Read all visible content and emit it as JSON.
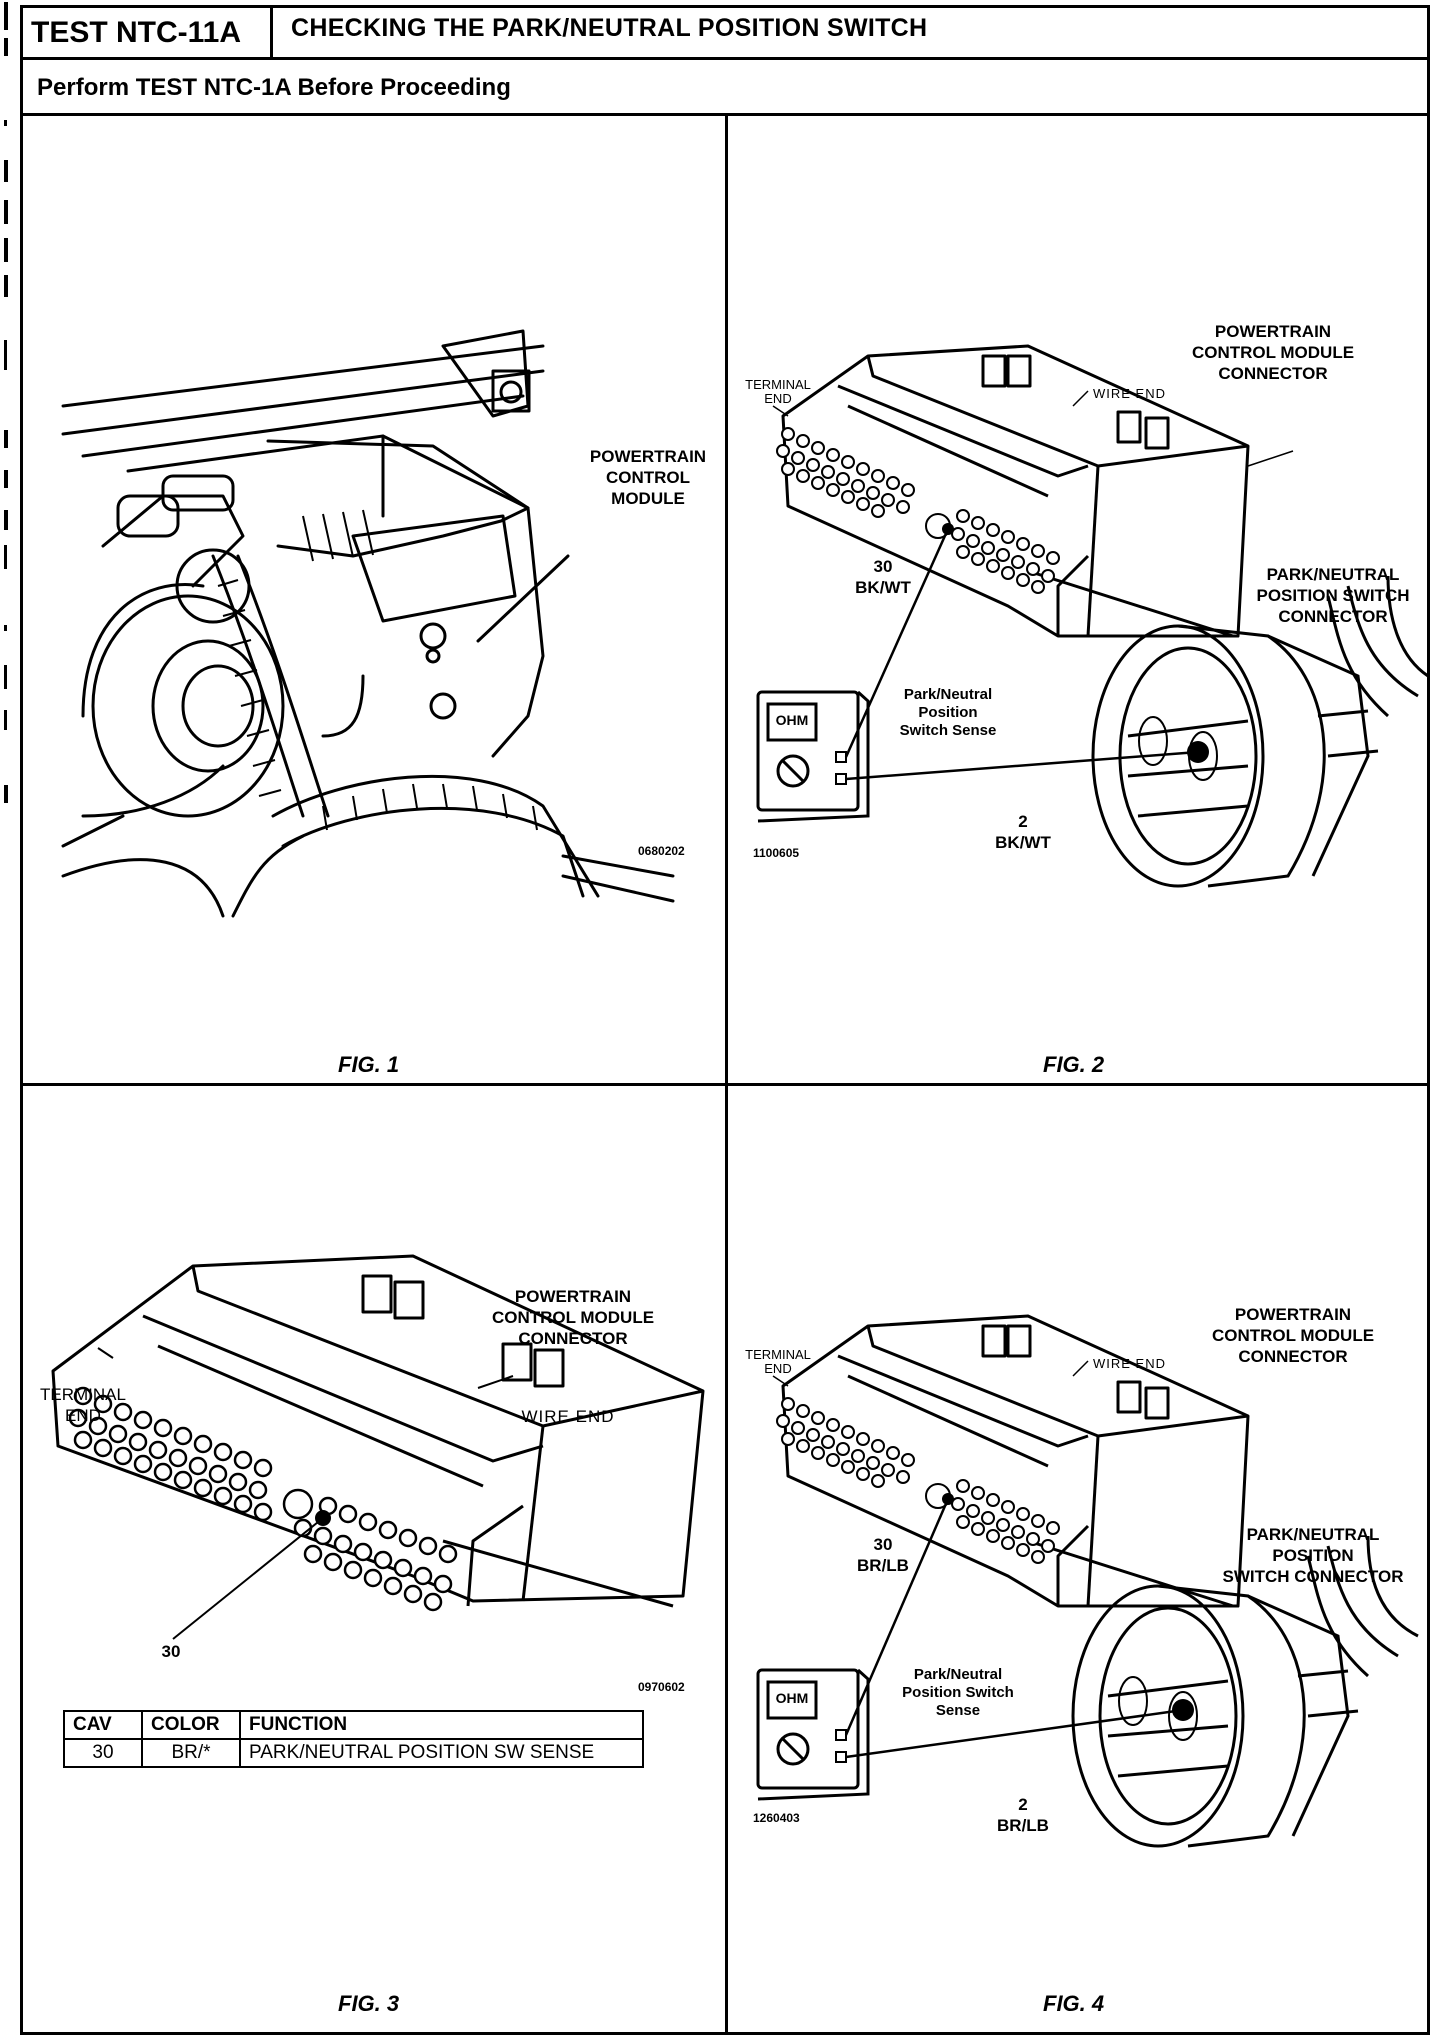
{
  "header": {
    "test_id": "TEST NTC-11A",
    "title": "CHECKING THE PARK/NEUTRAL POSITION SWITCH",
    "subtitle": "Perform TEST NTC-1A Before Proceeding"
  },
  "fig1": {
    "label": "FIG. 1",
    "callout": "POWERTRAIN\nCONTROL\nMODULE",
    "code": "0680202"
  },
  "fig2": {
    "label": "FIG. 2",
    "pcm_connector": "POWERTRAIN\nCONTROL MODULE\nCONNECTOR",
    "terminal_end": "TERMINAL\nEND",
    "wire_end": "WIRE END",
    "cav_label": "30\nBK/WT",
    "pn_connector": "PARK/NEUTRAL\nPOSITION SWITCH\nCONNECTOR",
    "sense_label": "Park/Neutral\nPosition\nSwitch Sense",
    "pin_label": "2\nBK/WT",
    "meter": "OHM",
    "code": "1100605"
  },
  "fig3": {
    "label": "FIG. 3",
    "pcm_connector": "POWERTRAIN\nCONTROL MODULE\nCONNECTOR",
    "terminal_end": "TERMINAL\nEND",
    "wire_end": "WIRE END",
    "cav_number": "30",
    "code": "0970602",
    "table": {
      "headers": [
        "CAV",
        "COLOR",
        "FUNCTION"
      ],
      "rows": [
        [
          "30",
          "BR/*",
          "PARK/NEUTRAL POSITION SW SENSE"
        ]
      ]
    }
  },
  "fig4": {
    "label": "FIG. 4",
    "pcm_connector": "POWERTRAIN\nCONTROL MODULE\nCONNECTOR",
    "terminal_end": "TERMINAL\nEND",
    "wire_end": "WIRE END",
    "cav_label": "30\nBR/LB",
    "pn_connector": "PARK/NEUTRAL\nPOSITION\nSWITCH CONNECTOR",
    "sense_label": "Park/Neutral\nPosition Switch\nSense",
    "pin_label": "2\nBR/LB",
    "meter": "OHM",
    "code": "1260403"
  }
}
